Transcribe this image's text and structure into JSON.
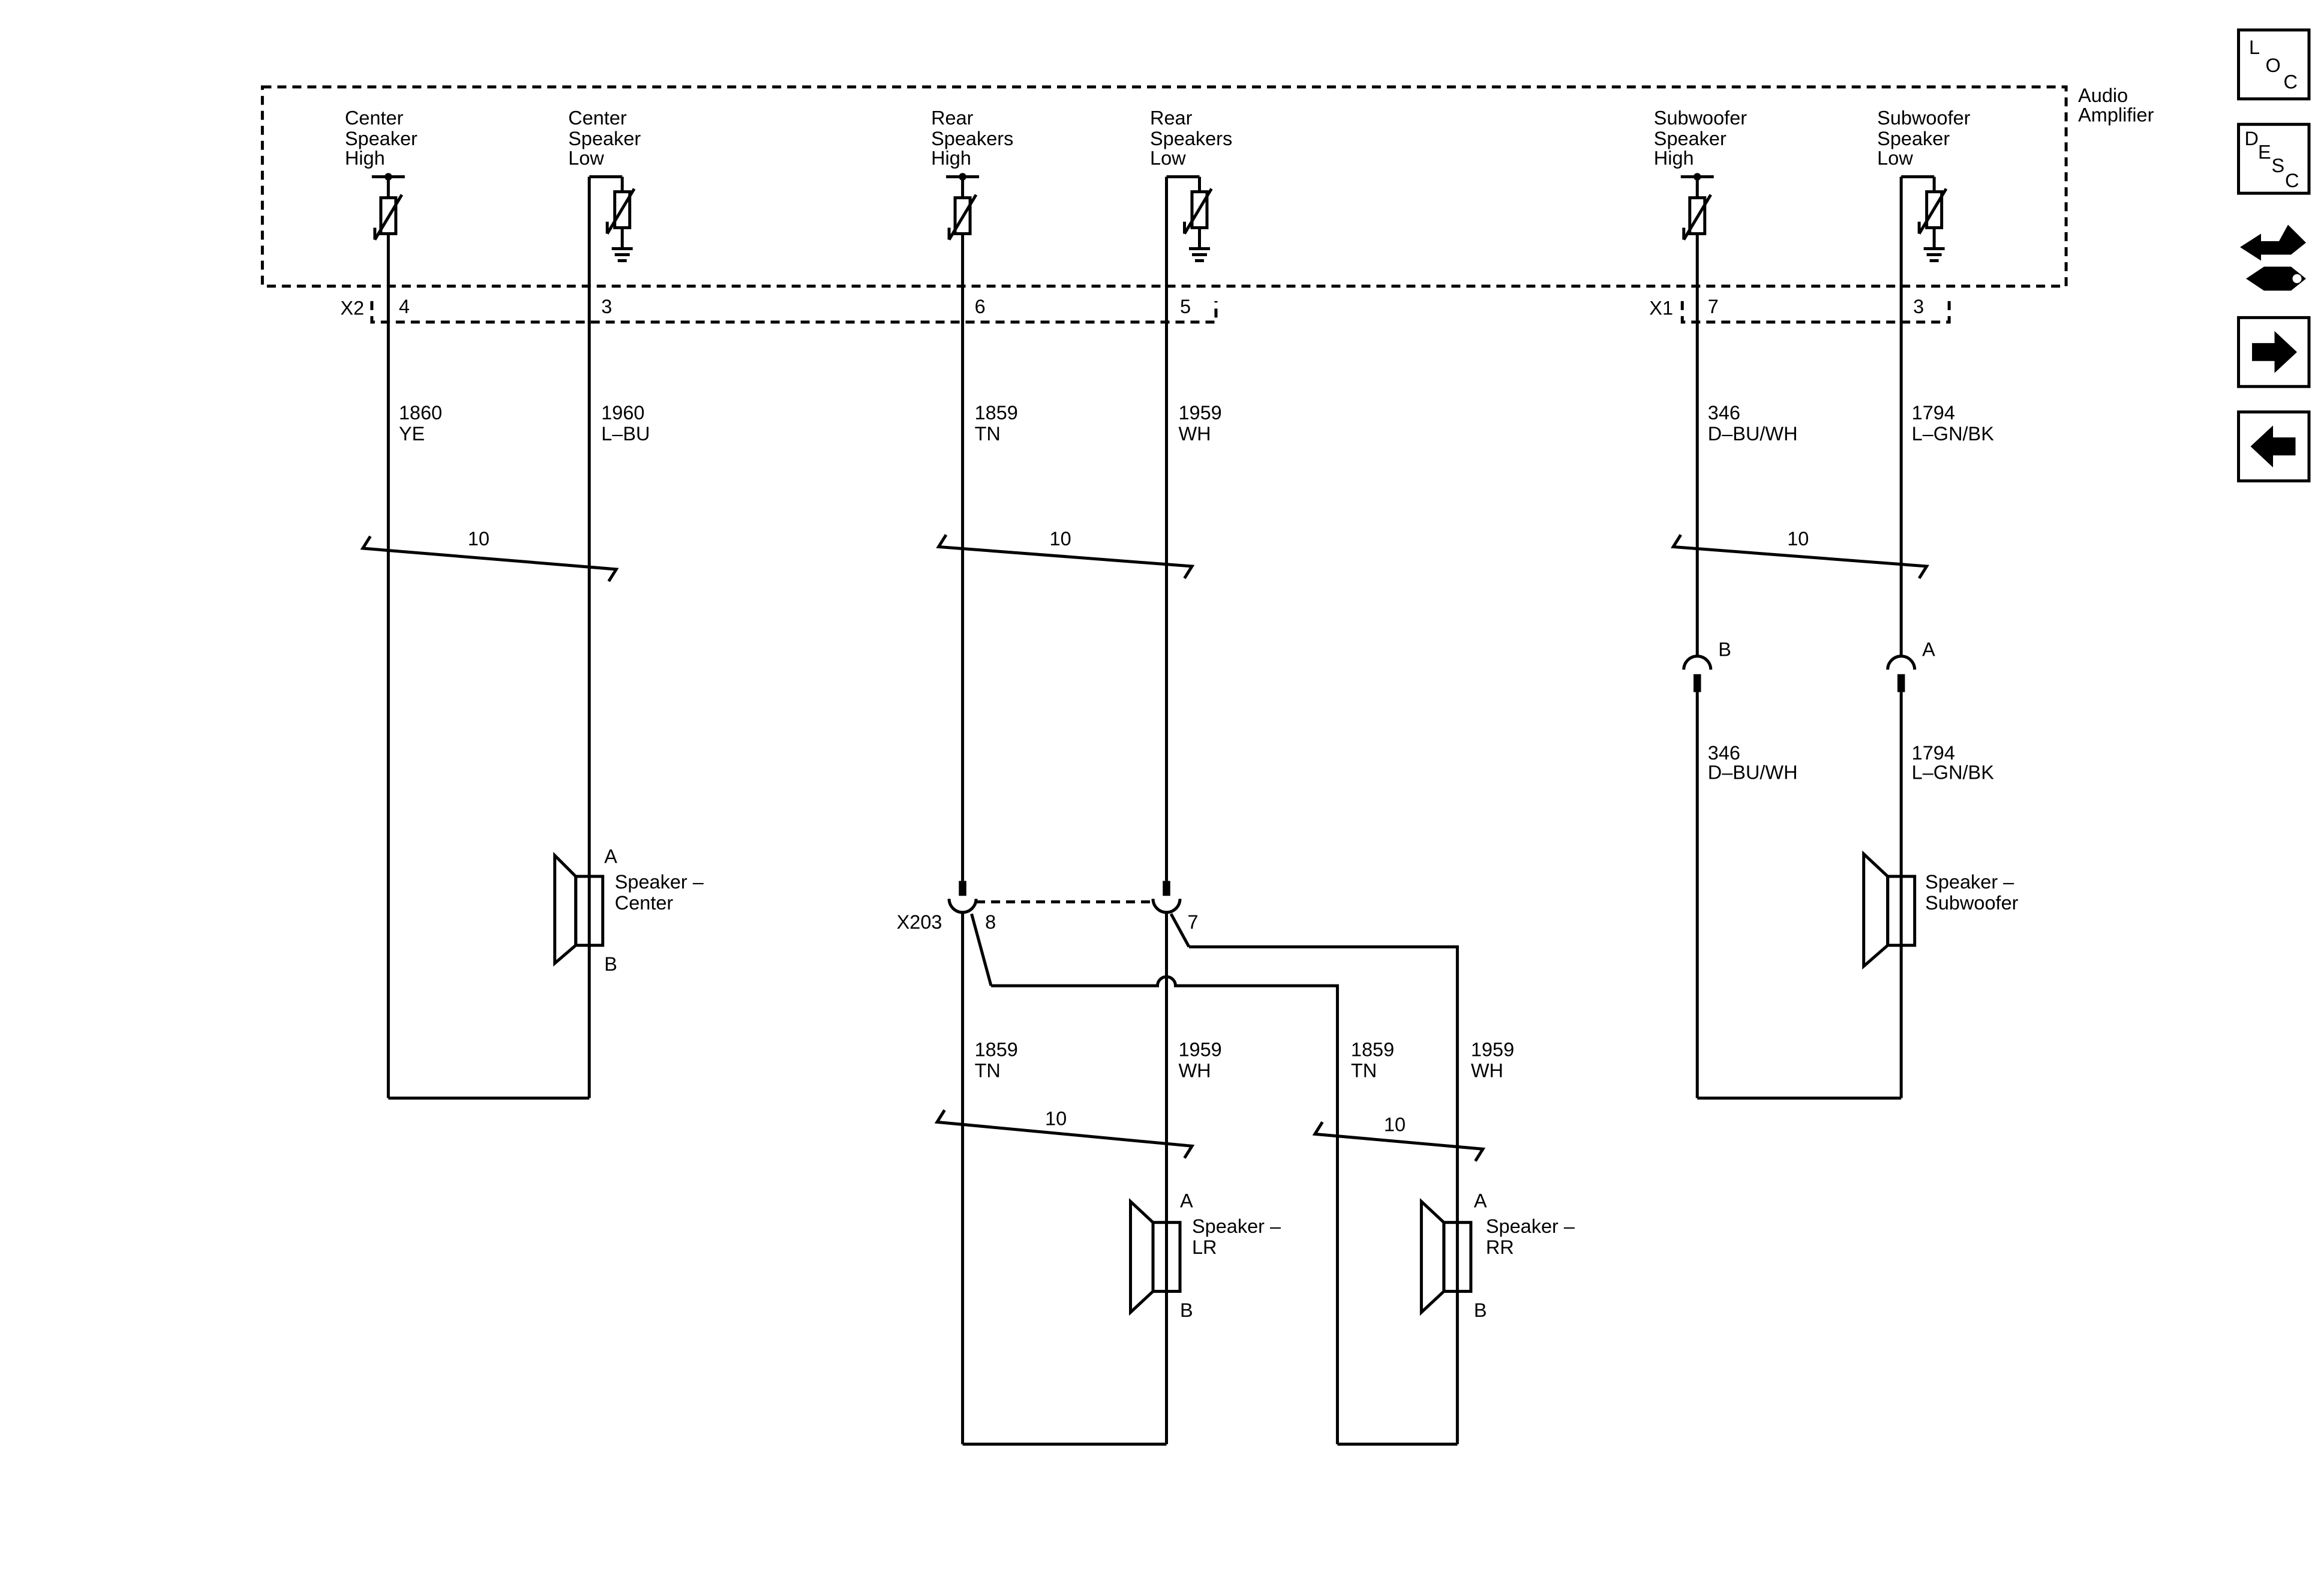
{
  "amplifier": {
    "label_line1": "Audio",
    "label_line2": "Amplifier"
  },
  "pins": {
    "center_high": {
      "line1": "Center",
      "line2": "Speaker",
      "line3": "High"
    },
    "center_low": {
      "line1": "Center",
      "line2": "Speaker",
      "line3": "Low"
    },
    "rear_high": {
      "line1": "Rear",
      "line2": "Speakers",
      "line3": "High"
    },
    "rear_low": {
      "line1": "Rear",
      "line2": "Speakers",
      "line3": "Low"
    },
    "sub_high": {
      "line1": "Subwoofer",
      "line2": "Speaker",
      "line3": "High"
    },
    "sub_low": {
      "line1": "Subwoofer",
      "line2": "Speaker",
      "line3": "Low"
    }
  },
  "connectors": {
    "x2": {
      "name": "X2",
      "pin_a": "4",
      "pin_b": "3",
      "pin_c": "6",
      "pin_d": "5"
    },
    "x1": {
      "name": "X1",
      "pin_a": "7",
      "pin_b": "3"
    },
    "x203": {
      "name": "X203",
      "pin_a": "8",
      "pin_b": "7"
    },
    "sub_inline": {
      "pin_a": "B",
      "pin_b": "A"
    }
  },
  "wires": {
    "w1860": {
      "circuit": "1860",
      "color": "YE"
    },
    "w1960": {
      "circuit": "1960",
      "color": "L–BU"
    },
    "w1859": {
      "circuit": "1859",
      "color": "TN"
    },
    "w1959": {
      "circuit": "1959",
      "color": "WH"
    },
    "w346": {
      "circuit": "346",
      "color": "D–BU/WH"
    },
    "w1794": {
      "circuit": "1794",
      "color": "L–GN/BK"
    },
    "w346_lower": {
      "circuit": "346",
      "color": "D–BU/WH"
    },
    "w1794_lower": {
      "circuit": "1794",
      "color": "L–GN/BK"
    },
    "w1859_lr": {
      "circuit": "1859",
      "color": "TN"
    },
    "w1959_lr": {
      "circuit": "1959",
      "color": "WH"
    },
    "w1859_rr": {
      "circuit": "1859",
      "color": "TN"
    },
    "w1959_rr": {
      "circuit": "1959",
      "color": "WH"
    }
  },
  "twist_labels": {
    "center": "10",
    "rear": "10",
    "sub": "10",
    "lr": "10",
    "rr": "10"
  },
  "speakers": {
    "center": {
      "line1": "Speaker –",
      "line2": "Center",
      "pin_top": "A",
      "pin_bottom": "B"
    },
    "subwoofer": {
      "line1": "Speaker –",
      "line2": "Subwoofer"
    },
    "lr": {
      "line1": "Speaker –",
      "line2": "LR",
      "pin_top": "A",
      "pin_bottom": "B"
    },
    "rr": {
      "line1": "Speaker –",
      "line2": "RR",
      "pin_top": "A",
      "pin_bottom": "B"
    }
  },
  "nav": {
    "loc": {
      "l1": "L",
      "l2": "O",
      "l3": "C"
    },
    "desc": {
      "l1": "D",
      "l2": "E",
      "l3": "S",
      "l4": "C"
    }
  }
}
